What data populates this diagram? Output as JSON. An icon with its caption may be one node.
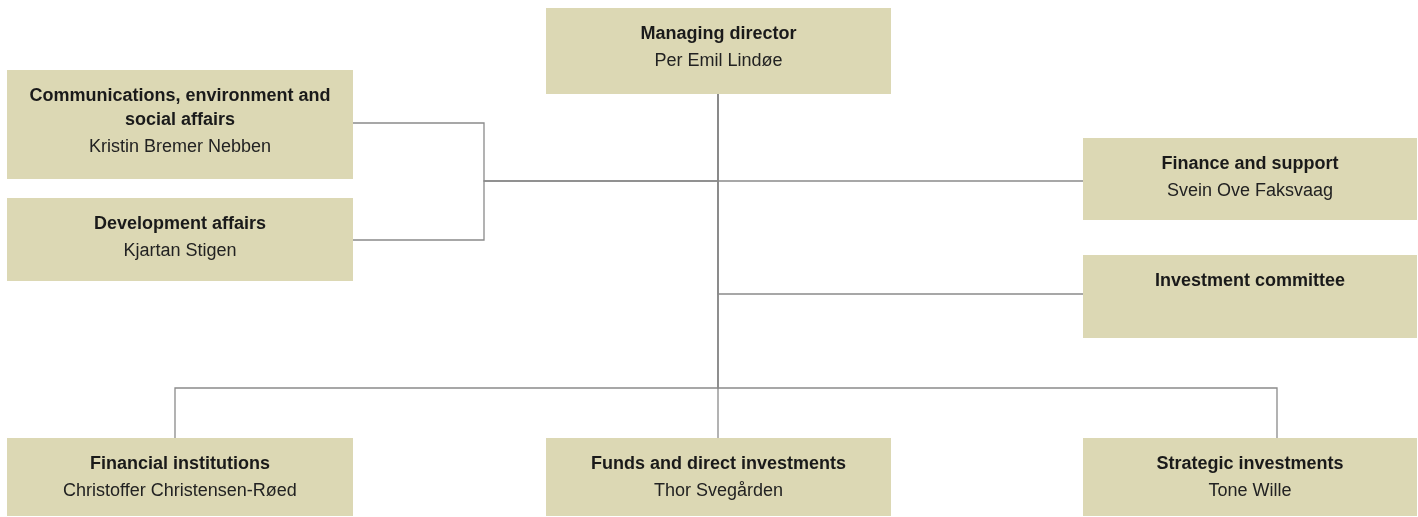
{
  "diagram": {
    "nodes": [
      {
        "text": [
          "Managing director",
          "Per Emil Lindøe"
        ]
      },
      {
        "text": [
          "Communications, environment and social affairs",
          "Kristin Bremer Nebben"
        ]
      },
      {
        "text": [
          "Development affairs",
          "Kjartan Stigen"
        ]
      },
      {
        "text": [
          "Finance and support",
          "Svein Ove Faksvaag"
        ]
      },
      {
        "text": [
          "Investment committee"
        ]
      },
      {
        "text": [
          "Financial institutions",
          "Christoffer Christensen-Røed"
        ]
      },
      {
        "text": [
          "Funds and direct investments",
          "Thor Svegården"
        ]
      },
      {
        "text": [
          "Strategic investments",
          "Tone Wille"
        ]
      }
    ],
    "edges": [
      {
        "from": 0,
        "to": 1,
        "arrow": "none"
      },
      {
        "from": 0,
        "to": 2,
        "arrow": "none"
      },
      {
        "from": 0,
        "to": 3,
        "arrow": "none"
      },
      {
        "from": 0,
        "to": 4,
        "arrow": "none"
      },
      {
        "from": 0,
        "to": 5,
        "arrow": "none"
      },
      {
        "from": 0,
        "to": 6,
        "arrow": "none"
      },
      {
        "from": 0,
        "to": 7,
        "arrow": "none"
      }
    ]
  }
}
